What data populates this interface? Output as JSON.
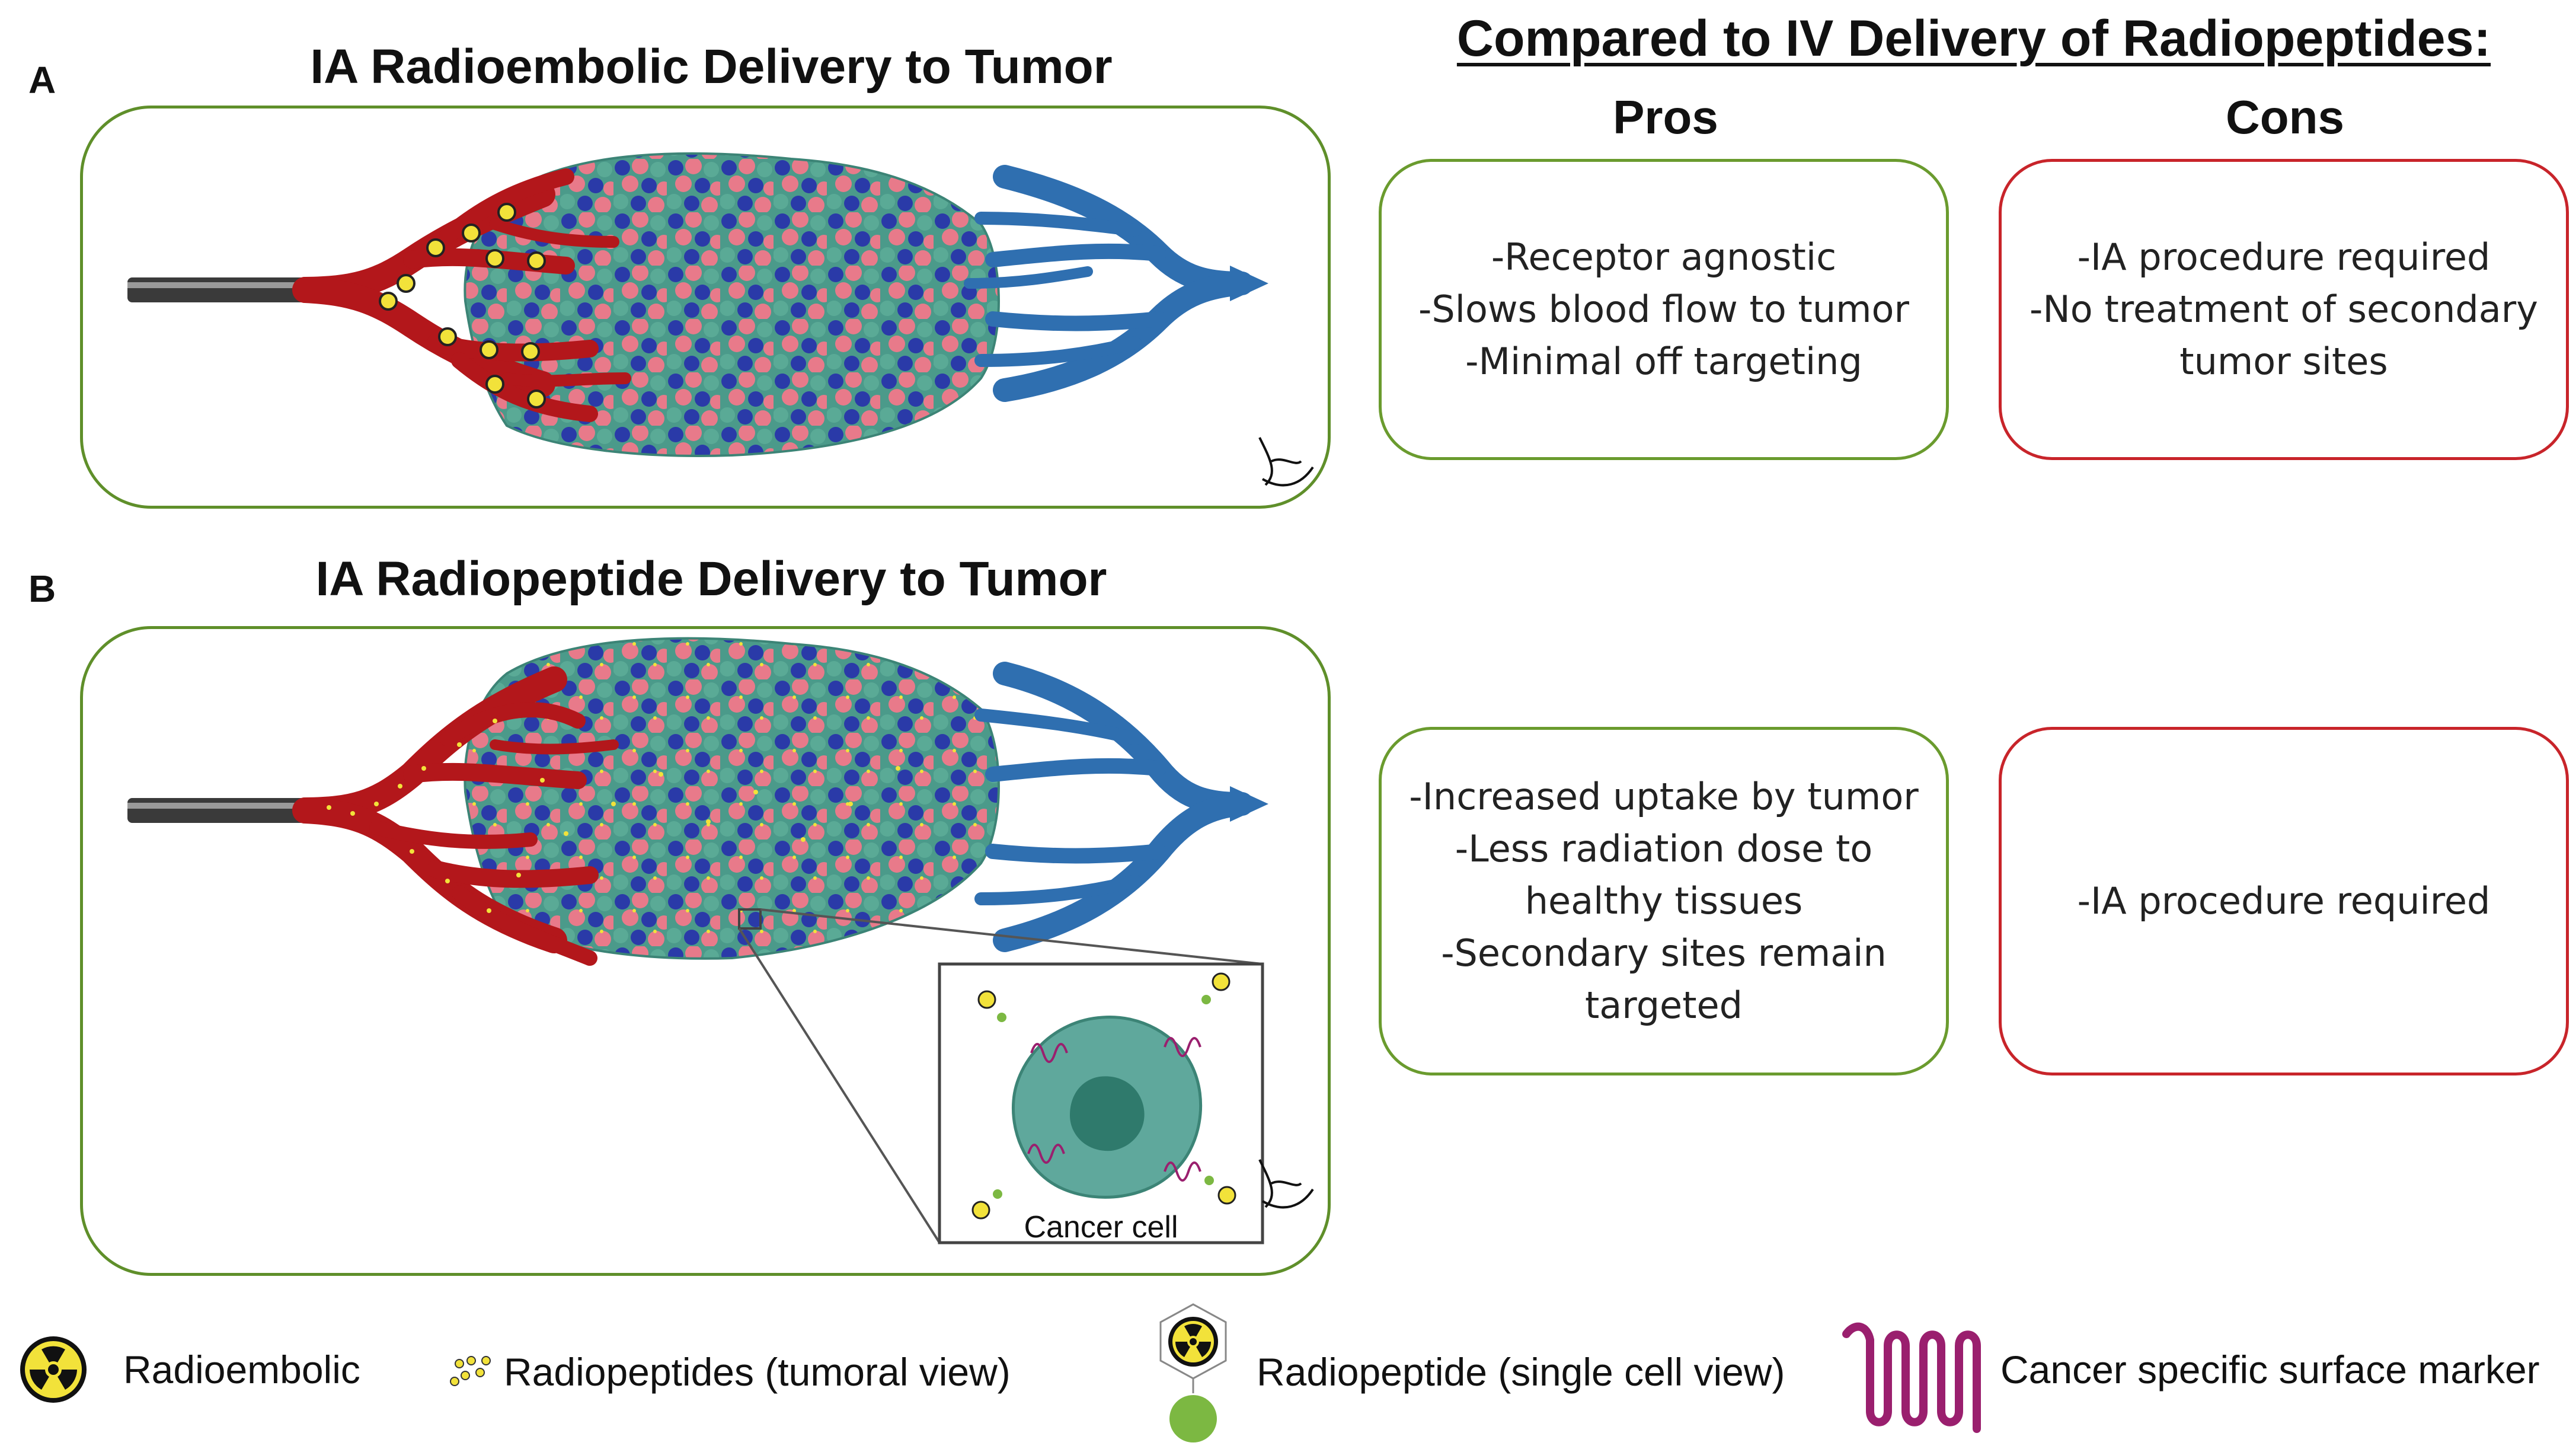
{
  "panel_a": {
    "letter": "A",
    "title": "IA Radioembolic Delivery to Tumor"
  },
  "panel_b": {
    "letter": "B",
    "title": "IA Radiopeptide Delivery to Tumor",
    "inset_label": "Cancer cell"
  },
  "comparison": {
    "title": "Compared to IV Delivery of Radiopeptides:",
    "pros_header": "Pros",
    "cons_header": "Cons",
    "a_pros": [
      "-Receptor agnostic",
      "-Slows blood flow to tumor",
      "-Minimal off targeting"
    ],
    "a_cons": [
      "-IA procedure required",
      "-No treatment of secondary",
      "tumor sites"
    ],
    "b_pros": [
      "-Increased uptake by tumor",
      "-Less radiation dose to",
      "healthy tissues",
      "-Secondary sites remain",
      "targeted"
    ],
    "b_cons": [
      "-IA procedure required"
    ]
  },
  "legend": {
    "radioembolic": "Radioembolic",
    "radiopeptides_tumoral": "Radiopeptides (tumoral view)",
    "radiopeptide_single": "Radiopeptide (single cell view)",
    "surface_marker": "Cancer specific surface marker"
  },
  "colors": {
    "frame_green": "#5f8f2a",
    "pro_green": "#6a9b2e",
    "con_red": "#c8242a",
    "artery_red": "#b3171b",
    "vein_blue": "#2f6fb0",
    "cell_teal": "#4b9a8a",
    "cell_blue": "#2a3aa8",
    "cell_pink": "#e87a8a",
    "nucleus": "#2f7a6c",
    "marker_magenta": "#9a1f6e",
    "radio_yellow": "#f2e23a"
  }
}
